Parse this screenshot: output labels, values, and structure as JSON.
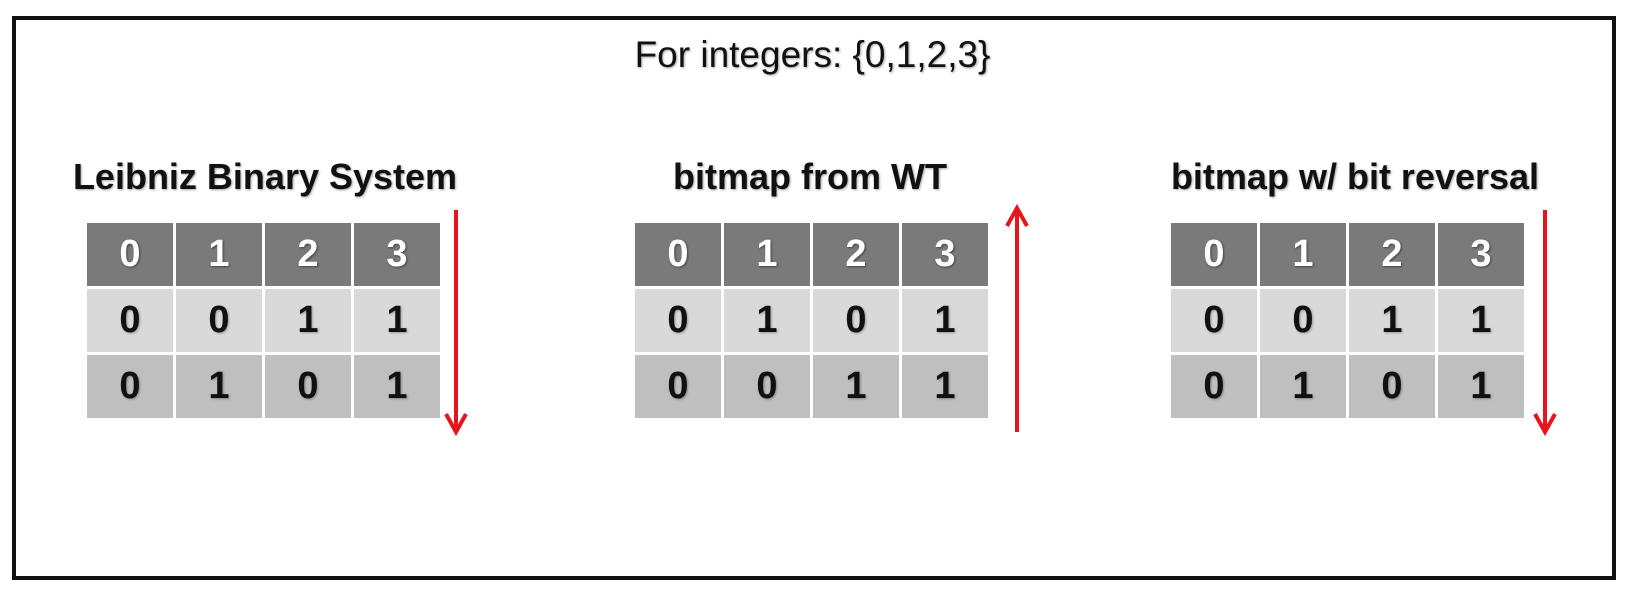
{
  "title": "For integers: {0,1,2,3}",
  "colors": {
    "arrow": "#e8141c",
    "header_fill": "#7a7a7a",
    "row_light": "#d9d9d9",
    "row_dark": "#bfbfbf",
    "frame": "#111111"
  },
  "panels": [
    {
      "title": "Leibniz Binary System",
      "header": [
        "0",
        "1",
        "2",
        "3"
      ],
      "rows": [
        [
          "0",
          "0",
          "1",
          "1"
        ],
        [
          "0",
          "1",
          "0",
          "1"
        ]
      ],
      "arrow_direction": "down"
    },
    {
      "title": "bitmap from WT",
      "header": [
        "0",
        "1",
        "2",
        "3"
      ],
      "rows": [
        [
          "0",
          "1",
          "0",
          "1"
        ],
        [
          "0",
          "0",
          "1",
          "1"
        ]
      ],
      "arrow_direction": "up"
    },
    {
      "title": "bitmap w/ bit reversal",
      "header": [
        "0",
        "1",
        "2",
        "3"
      ],
      "rows": [
        [
          "0",
          "0",
          "1",
          "1"
        ],
        [
          "0",
          "1",
          "0",
          "1"
        ]
      ],
      "arrow_direction": "down"
    }
  ]
}
